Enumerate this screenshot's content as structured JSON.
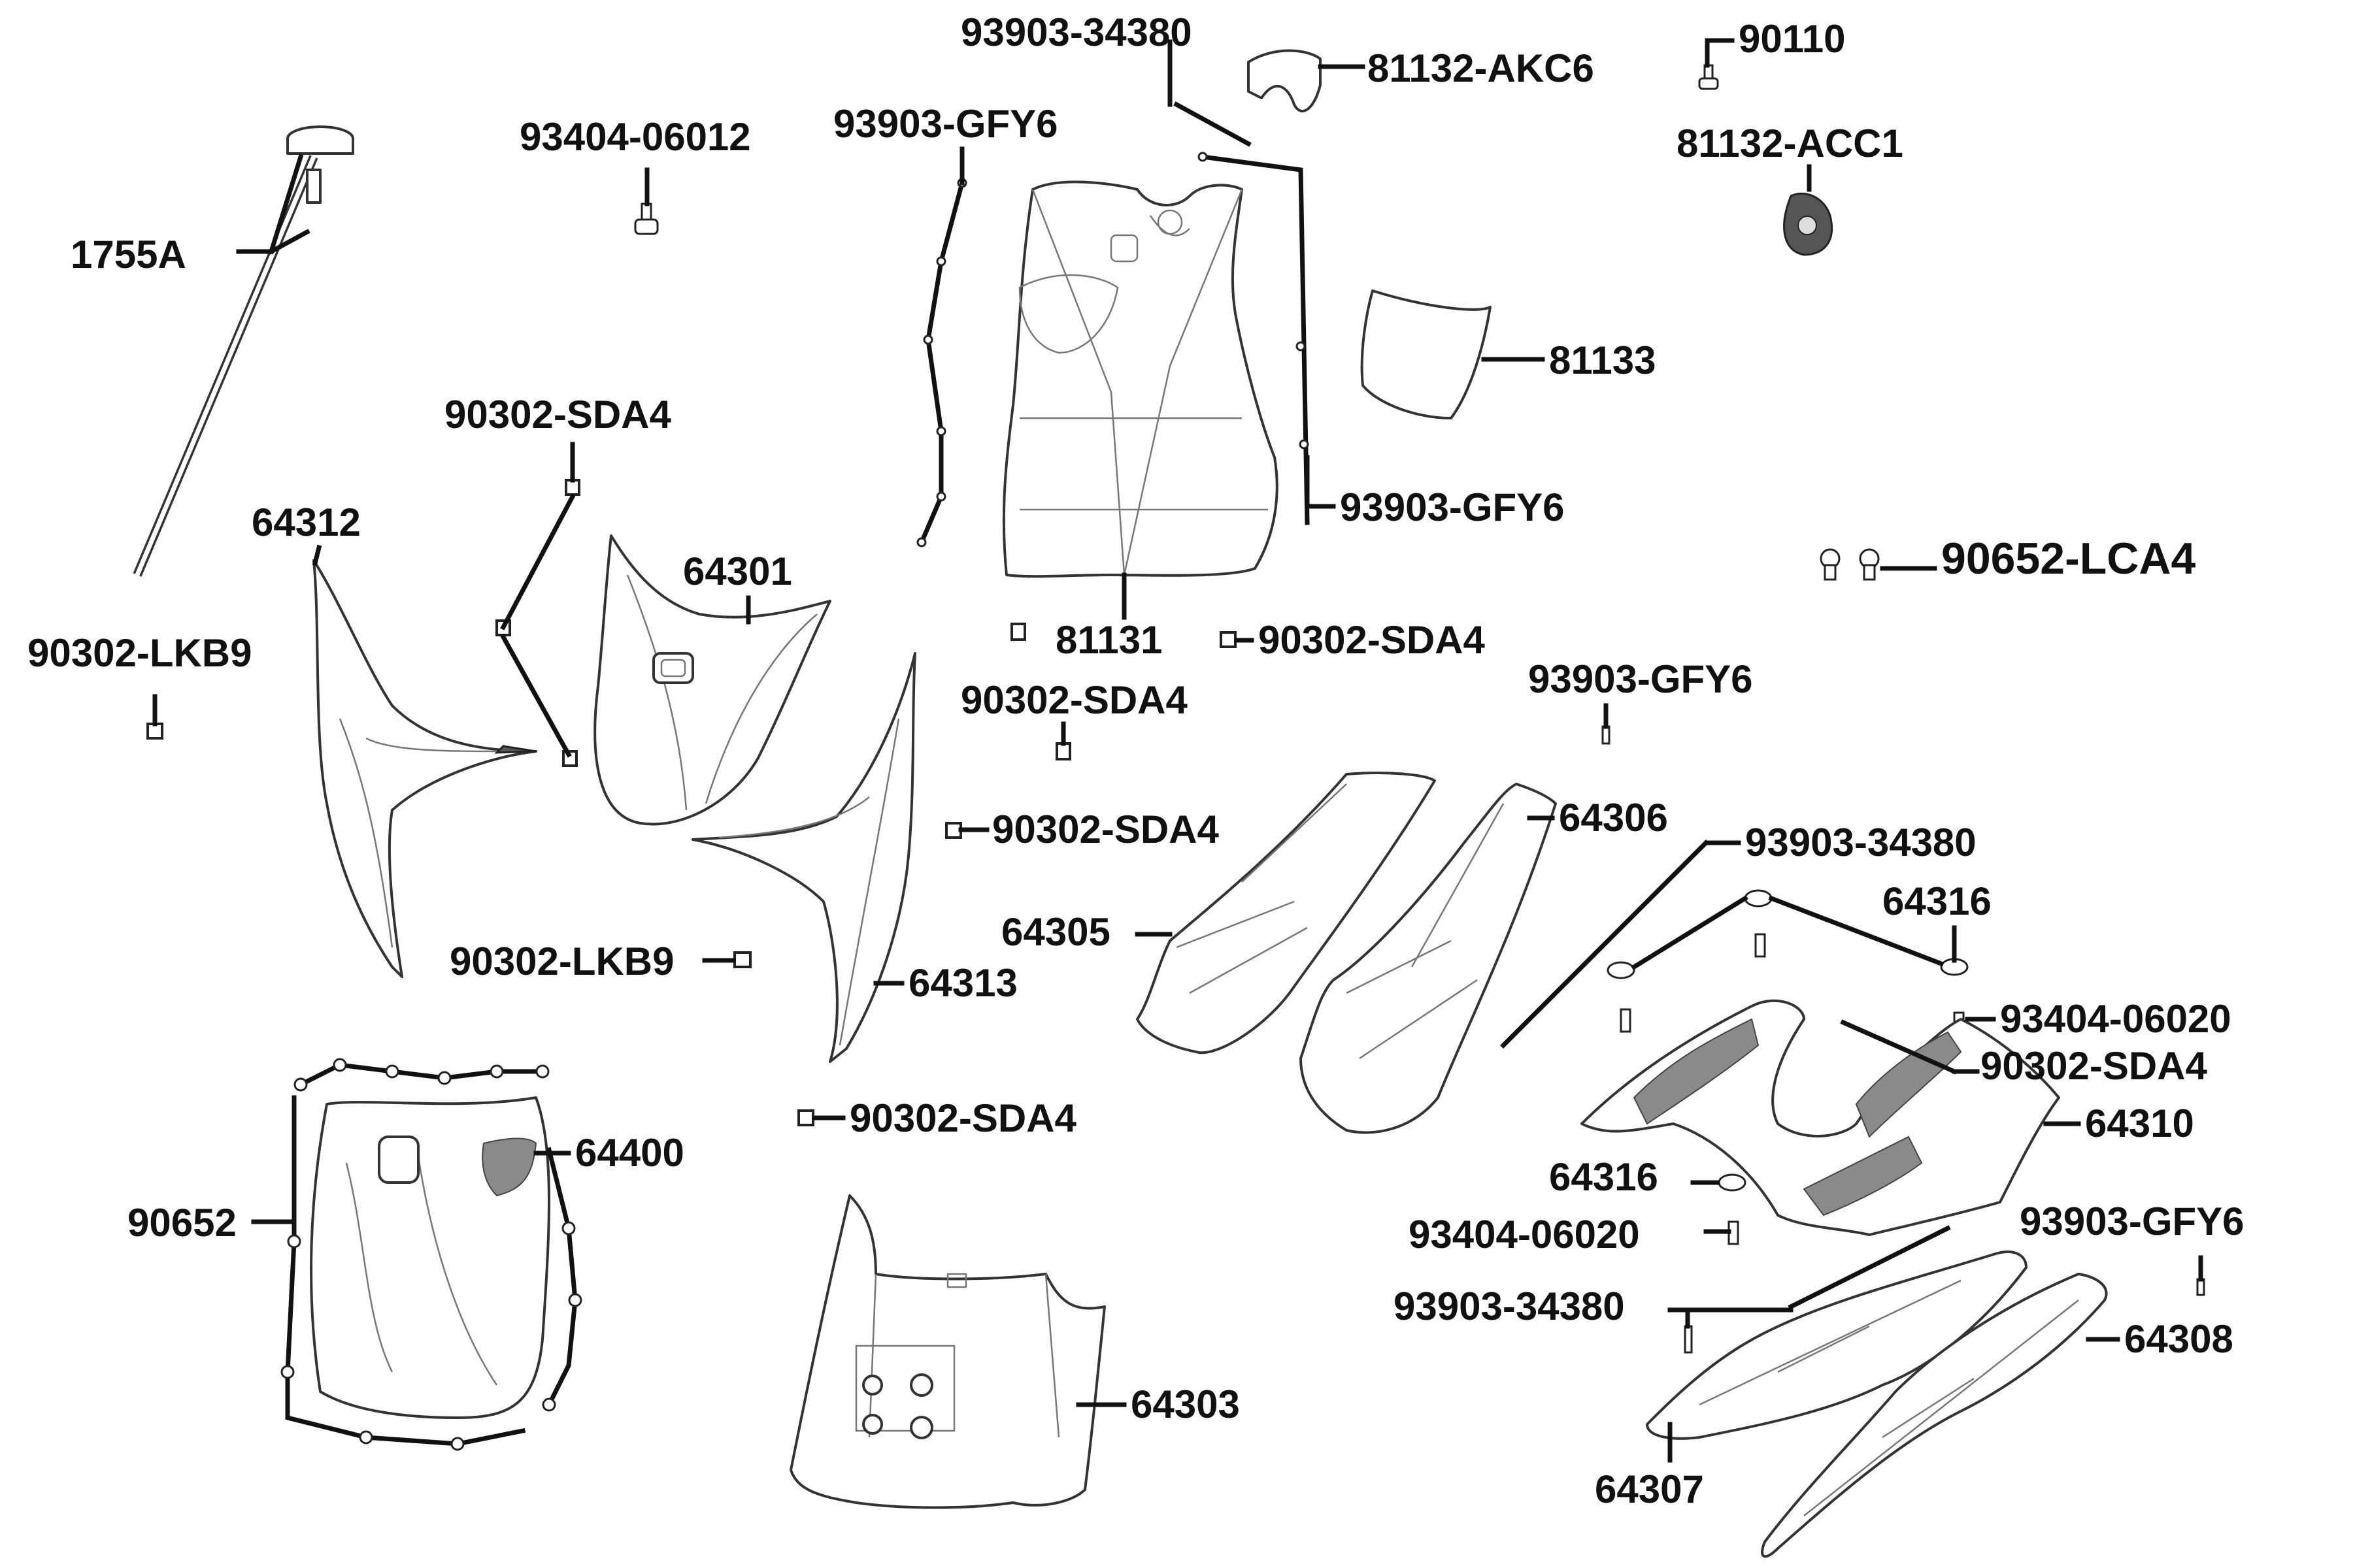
{
  "labels": {
    "p_93903_34380_top": "93903-34380",
    "p_81132_akc6": "81132-AKC6",
    "p_90110": "90110",
    "p_93404_06012": "93404-06012",
    "p_93903_gfy6_top": "93903-GFY6",
    "p_81132_acc1": "81132-ACC1",
    "p_1755a": "1755A",
    "p_81133": "81133",
    "p_90302_sda4_a": "90302-SDA4",
    "p_93903_gfy6_mid": "93903-GFY6",
    "p_90652_lca4": "90652-LCA4",
    "p_64312": "64312",
    "p_64301": "64301",
    "p_81131": "81131",
    "p_90302_sda4_b": "90302-SDA4",
    "p_90302_lkb9_a": "90302-LKB9",
    "p_90302_sda4_c": "90302-SDA4",
    "p_93903_gfy6_right": "93903-GFY6",
    "p_64306": "64306",
    "p_90302_sda4_d": "90302-SDA4",
    "p_93903_34380_mid": "93903-34380",
    "p_64305": "64305",
    "p_64316_a": "64316",
    "p_90302_lkb9_b": "90302-LKB9",
    "p_64313": "64313",
    "p_93404_06020_a": "93404-06020",
    "p_90302_sda4_e": "90302-SDA4",
    "p_90302_sda4_f": "90302-SDA4",
    "p_64400": "64400",
    "p_64310": "64310",
    "p_64316_b": "64316",
    "p_90652": "90652",
    "p_93404_06020_b": "93404-06020",
    "p_93903_gfy6_low": "93903-GFY6",
    "p_93903_34380_low": "93903-34380",
    "p_64308": "64308",
    "p_64303": "64303",
    "p_64307": "64307"
  }
}
